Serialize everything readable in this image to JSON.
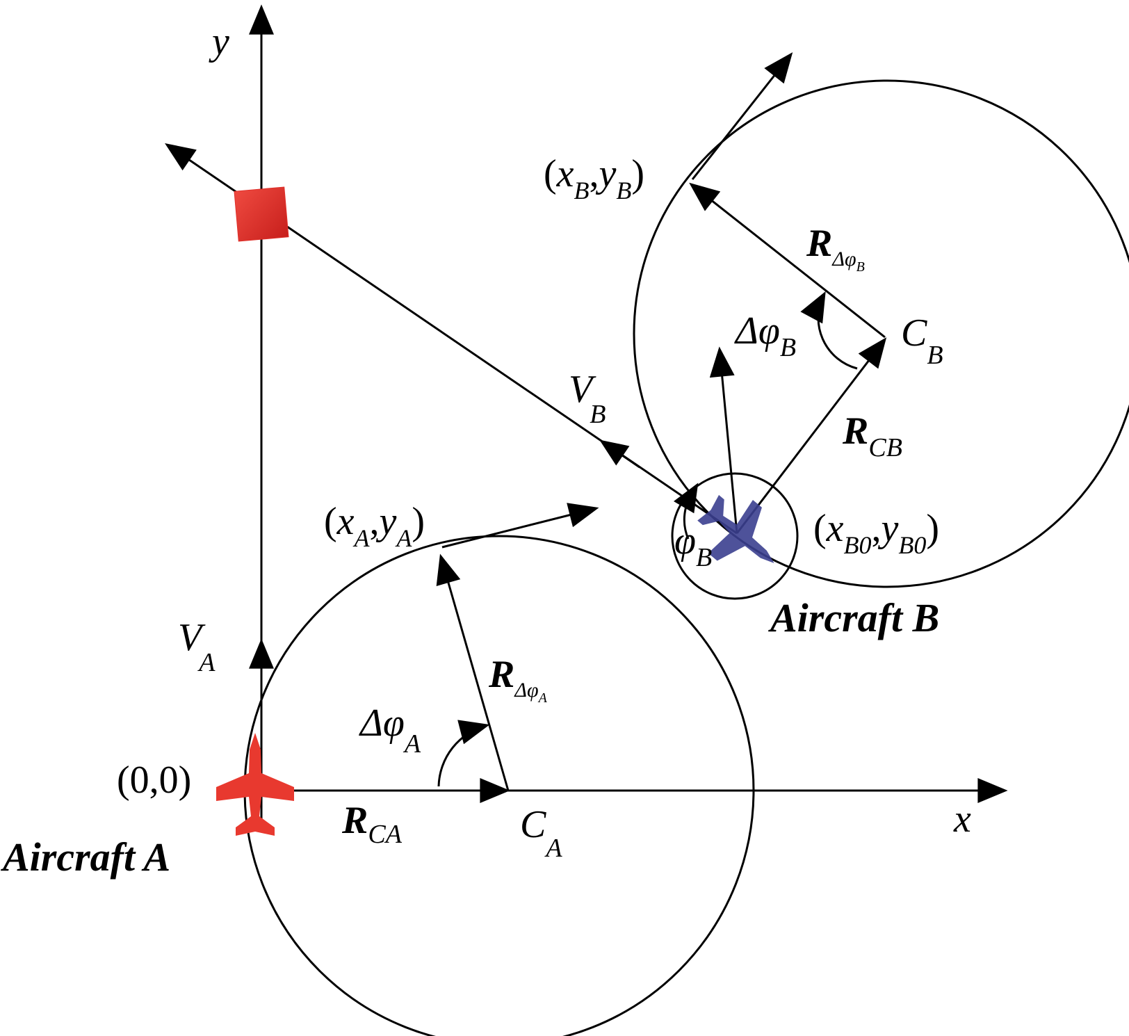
{
  "origin_label": "(0,0)",
  "axes": {
    "x": "x",
    "y": "y"
  },
  "aircraft_a": {
    "name": "Aircraft A",
    "color": "#e8392f",
    "velocity": {
      "sym": "V",
      "sub": "A"
    },
    "center": {
      "sym": "C",
      "sub": "A"
    },
    "radius_vec": {
      "sym": "R",
      "sub": "CA"
    },
    "turn_angle": {
      "sym": "Δφ",
      "sub": "A"
    },
    "turn_radius": {
      "sym": "R",
      "sub_main": "Δφ",
      "sub_sub": "A"
    },
    "point": {
      "open": "(",
      "x": "x",
      "xs": "A",
      "comma": ",",
      "y": "y",
      "ys": "A",
      "close": ")"
    }
  },
  "aircraft_b": {
    "name": "Aircraft B",
    "color": "#3b3f8f",
    "velocity": {
      "sym": "V",
      "sub": "B"
    },
    "center": {
      "sym": "C",
      "sub": "B"
    },
    "radius_vec": {
      "sym": "R",
      "sub": "CB"
    },
    "turn_angle": {
      "sym": "Δφ",
      "sub": "B"
    },
    "heading": {
      "sym": "φ",
      "sub": "B"
    },
    "turn_radius": {
      "sym": "R",
      "sub_main": "Δφ",
      "sub_sub": "B"
    },
    "point": {
      "open": "(",
      "x": "x",
      "xs": "B",
      "comma": ",",
      "y": "y",
      "ys": "B",
      "close": ")"
    },
    "start_point": {
      "open": "(",
      "x": "x",
      "xs": "B0",
      "comma": ",",
      "y": "y",
      "ys": "B0",
      "close": ")"
    }
  },
  "conflict_point_color": "#e0302a"
}
